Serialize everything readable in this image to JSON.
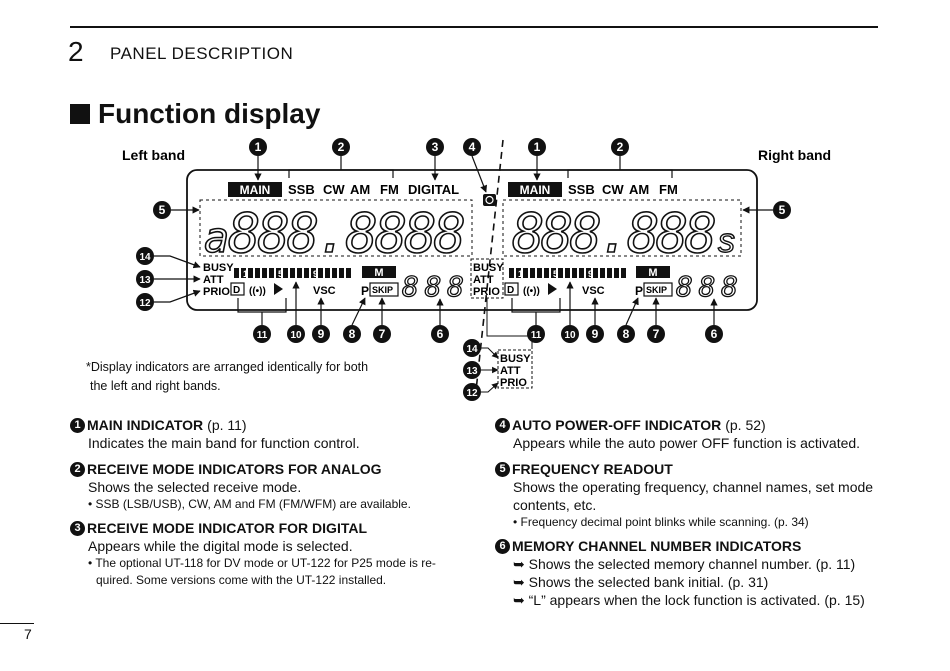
{
  "chapter": {
    "number": "2",
    "title": "PANEL DESCRIPTION"
  },
  "section_title": "Function display",
  "display": {
    "left_band": "Left band",
    "right_band": "Right band",
    "main": "MAIN",
    "modes_left": [
      "SSB",
      "CW",
      "AM",
      "FM",
      "DIGITAL"
    ],
    "modes_right": [
      "SSB",
      "CW",
      "AM",
      "FM"
    ],
    "freq_left": "888.8888",
    "freq_right": "888.888",
    "suffix_s": "s",
    "busy": "BUSY",
    "att": "ATT",
    "prio": "PRIO",
    "meter_1": "1",
    "meter_5": "5",
    "meter_9": "9",
    "m": "M",
    "p": "P",
    "skip": "SKIP",
    "vsc": "VSC",
    "d": "D",
    "wave": "((•))",
    "mem_left": "888",
    "mem_right": "888"
  },
  "callouts": {
    "c1": "1",
    "c2": "2",
    "c3": "3",
    "c4": "4",
    "c5": "5",
    "c6": "6",
    "c7": "7",
    "c8": "8",
    "c9": "9",
    "c10": "10",
    "c11": "11",
    "c12": "12",
    "c13": "13",
    "c14": "14"
  },
  "note": [
    "*Display indicators are arranged identically for both",
    "the left and right bands."
  ],
  "items": {
    "i1": {
      "num": "1",
      "title": "MAIN INDICATOR",
      "page": "(p. 11)",
      "body": "Indicates the main band for function control."
    },
    "i2": {
      "num": "2",
      "title": "RECEIVE MODE INDICATORS FOR ANALOG",
      "body": "Shows the selected receive mode.",
      "sub": "• SSB (LSB/USB), CW, AM and FM (FM/WFM) are available."
    },
    "i3": {
      "num": "3",
      "title": "RECEIVE MODE INDICATOR FOR DIGITAL",
      "body": "Appears while the digital mode is selected.",
      "sub1": "• The optional UT-118 for DV mode or UT-122 for P25 mode is re-",
      "sub2": "quired. Some versions come with the UT-122 installed."
    },
    "i4": {
      "num": "4",
      "title": "AUTO POWER-OFF INDICATOR",
      "page": "(p. 52)",
      "body": "Appears while the auto power OFF function is activated."
    },
    "i5": {
      "num": "5",
      "title": "FREQUENCY READOUT",
      "body1": "Shows the operating frequency, channel names, set mode",
      "body2": "contents, etc.",
      "sub": "• Frequency decimal point blinks while scanning. (p. 34)"
    },
    "i6": {
      "num": "6",
      "title": "MEMORY CHANNEL NUMBER INDICATORS",
      "b1": "Shows the selected memory channel number. (p. 11)",
      "b2": "Shows the selected bank initial. (p. 31)",
      "b3": "“L” appears when the lock function is activated. (p. 15)"
    }
  },
  "page_number": "7"
}
